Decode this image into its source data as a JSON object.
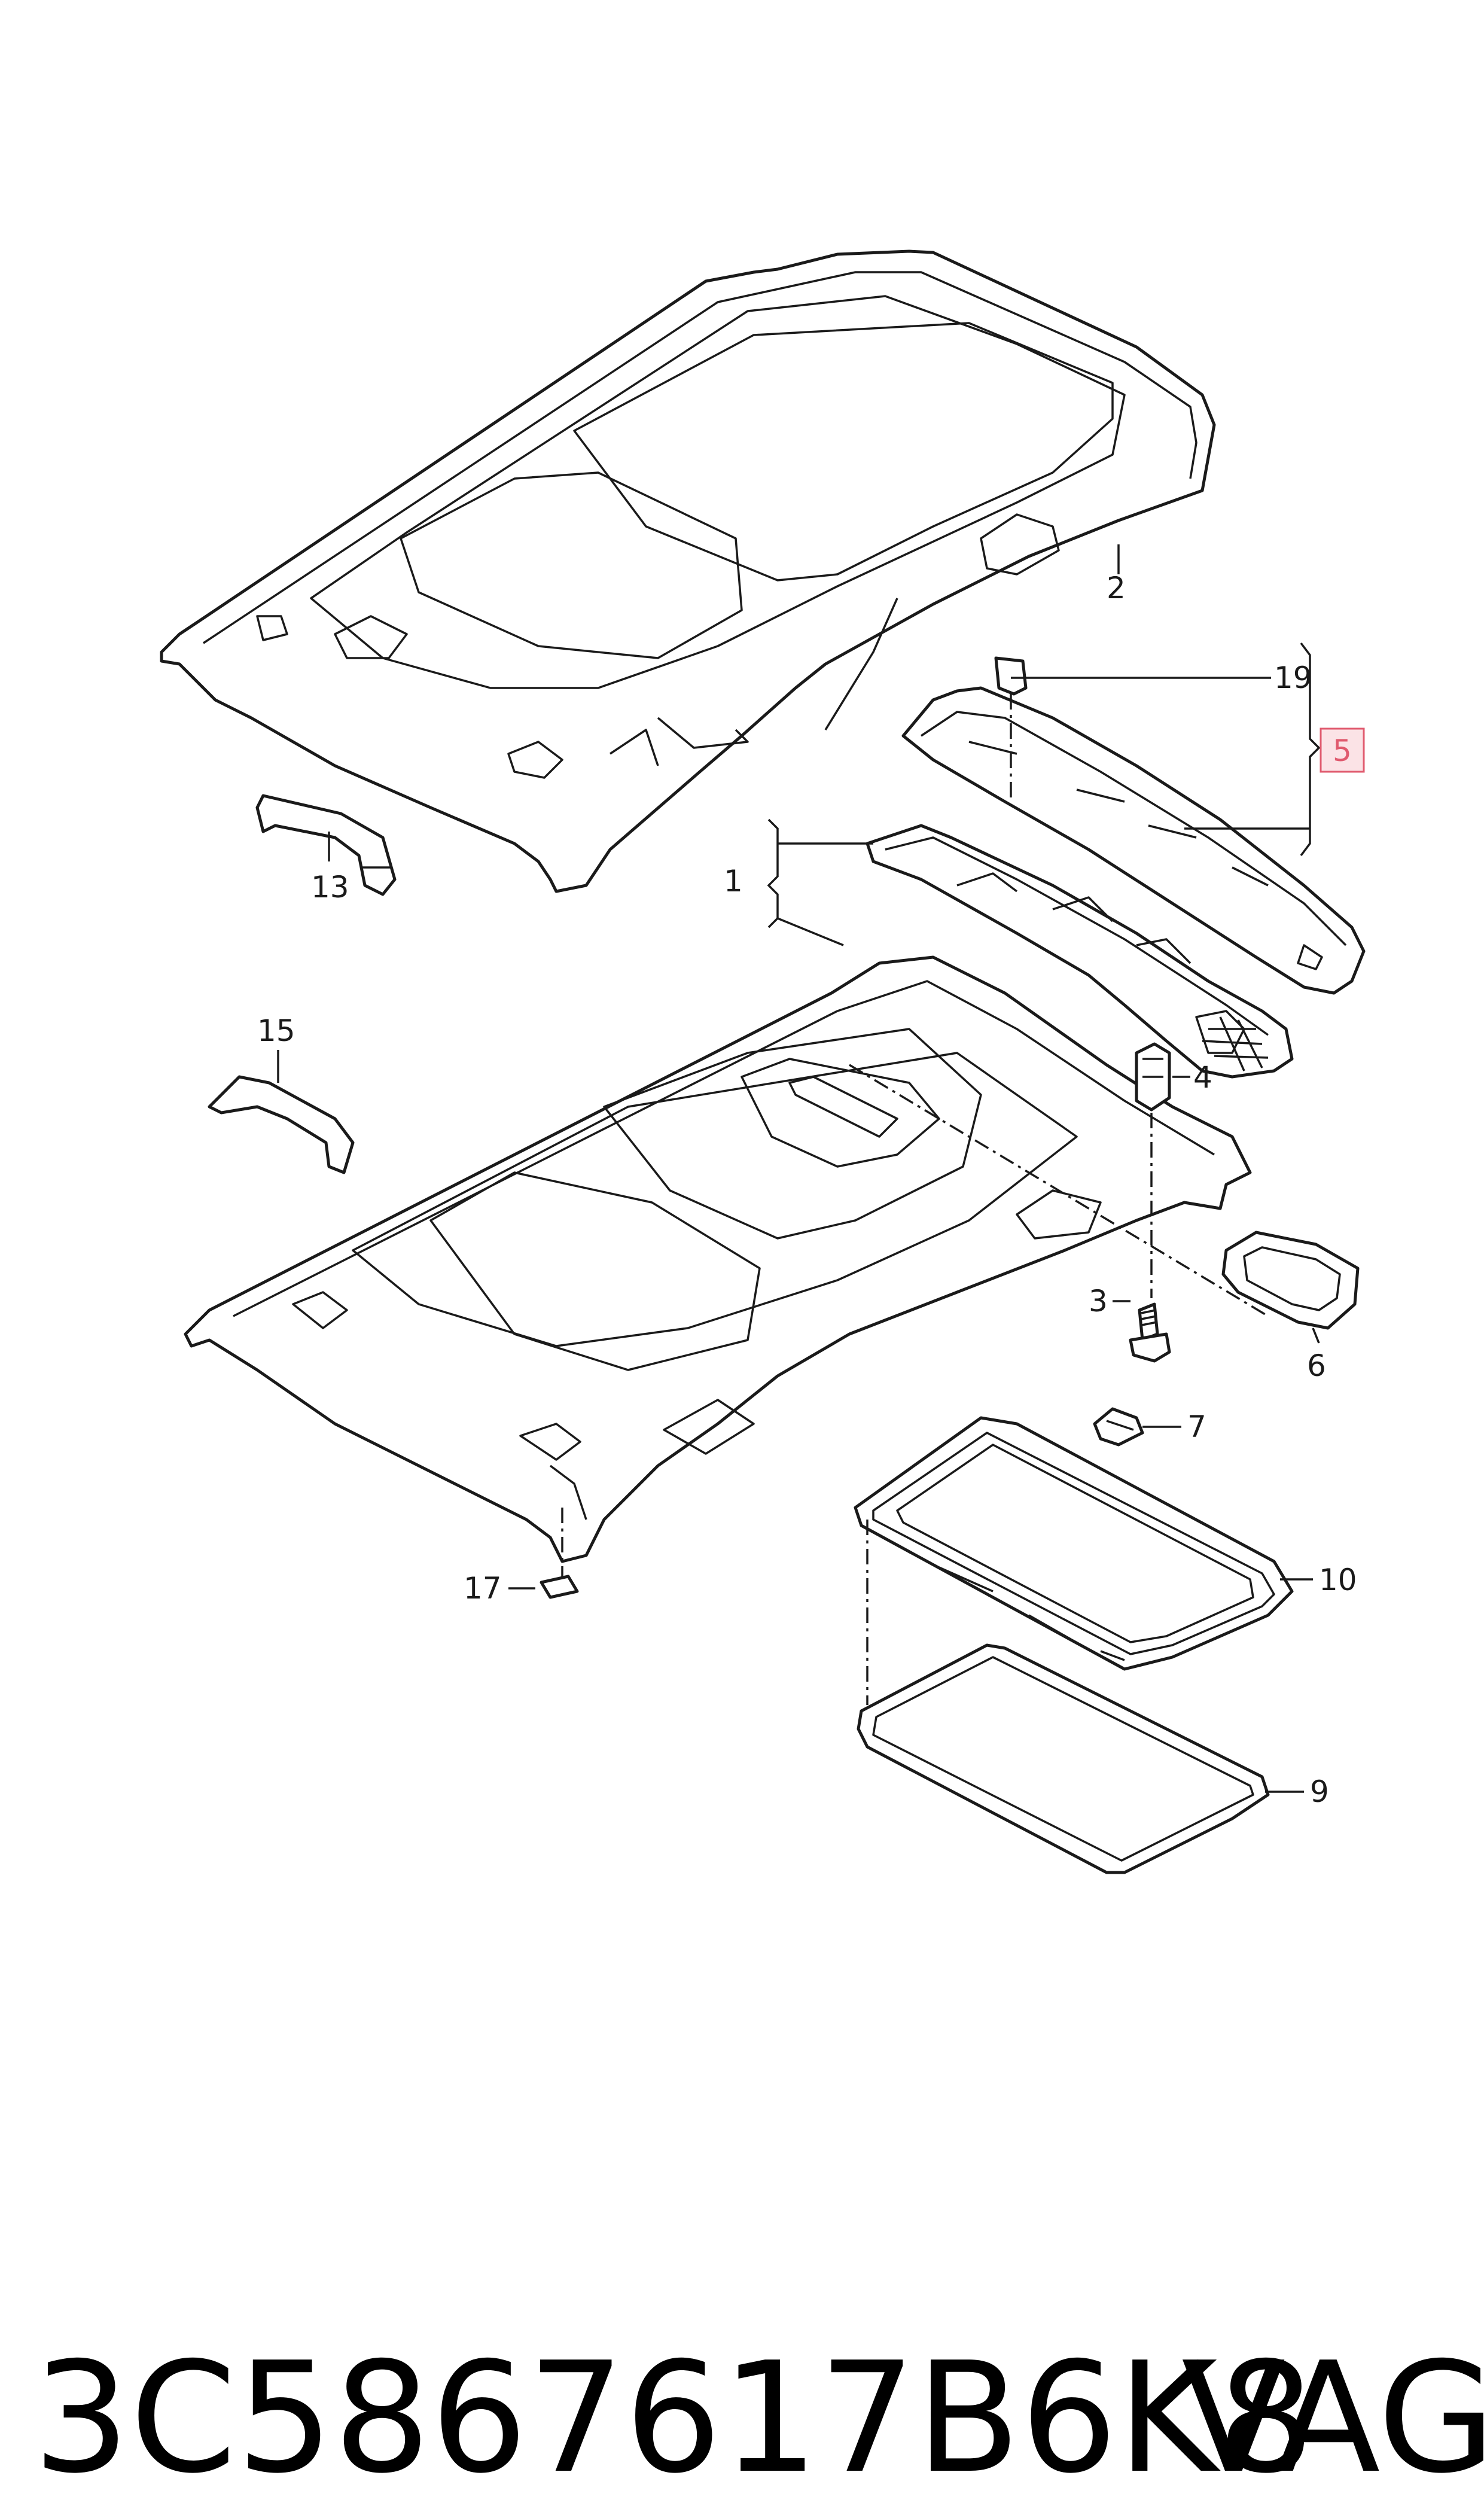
{
  "diagram": {
    "callouts": [
      {
        "id": "c1",
        "text": "1"
      },
      {
        "id": "c2",
        "text": "2"
      },
      {
        "id": "c3",
        "text": "3"
      },
      {
        "id": "c4",
        "text": "4"
      },
      {
        "id": "c5",
        "text": "5"
      },
      {
        "id": "c6",
        "text": "6"
      },
      {
        "id": "c7",
        "text": "7"
      },
      {
        "id": "c9",
        "text": "9"
      },
      {
        "id": "c10",
        "text": "10"
      },
      {
        "id": "c13",
        "text": "13"
      },
      {
        "id": "c15",
        "text": "15"
      },
      {
        "id": "c17",
        "text": "17"
      },
      {
        "id": "c19",
        "text": "19"
      }
    ],
    "highlighted_callout": "5",
    "highlight_color": "#fbe3e6",
    "highlight_border_color": "#e05a6e"
  },
  "caption": {
    "part_number": "3C5867617B6K8",
    "brand": "VAG"
  }
}
